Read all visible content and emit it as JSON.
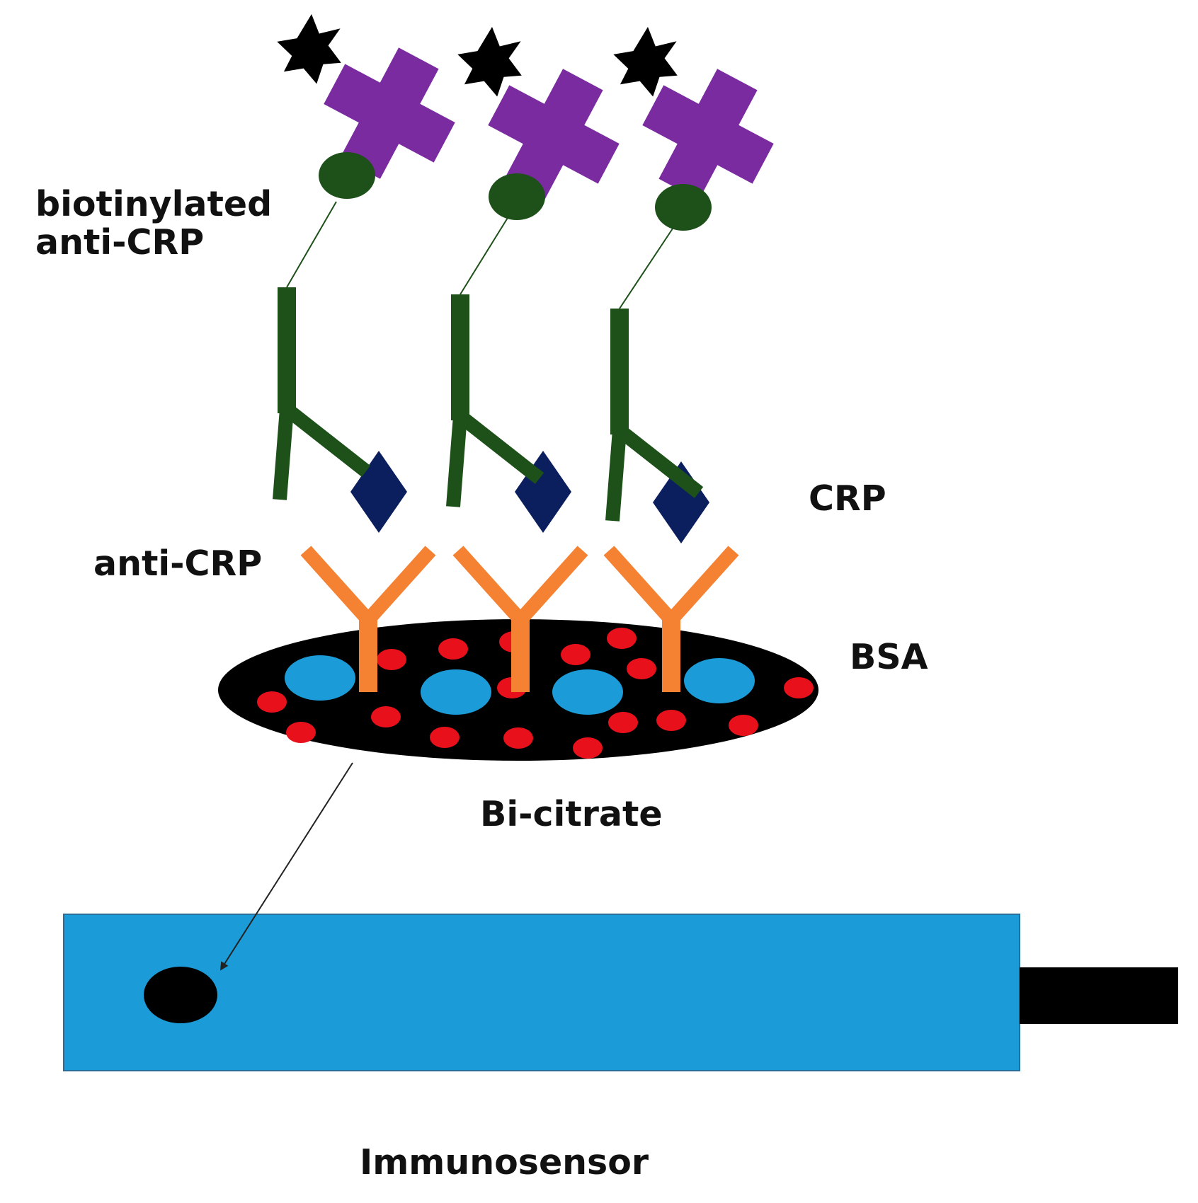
{
  "labels": {
    "biotinylated_line1": "biotinylated",
    "biotinylated_line2": "anti-CRP",
    "capture_antibody": "anti-CRP",
    "crp": "CRP",
    "bsa": "BSA",
    "bi_citrate": "Bi-citrate",
    "immunosensor": "Immunosensor"
  },
  "colors": {
    "sensor_body": "#1b9bd7",
    "connector": "#000000",
    "electrode_spot": "#000000",
    "matrix": "#000000",
    "bsa_particles": "#e8101b",
    "bi_citrate_particles": "#1b9bd7",
    "capture_antibody": "#f58232",
    "crp_antigen": "#0b1f5e",
    "biotinylated_antibody": "#1d5119",
    "biotin": "#1d5119",
    "streptavidin": "#7a2ba0",
    "label_star": "#000000"
  },
  "icons": {
    "bsa": "red-dot-icon",
    "bi_citrate": "blue-oval-icon",
    "capture_antibody": "y-antibody-icon",
    "crp": "diamond-icon",
    "biotin": "circle-icon",
    "streptavidin": "cross-icon",
    "label": "star-icon"
  }
}
